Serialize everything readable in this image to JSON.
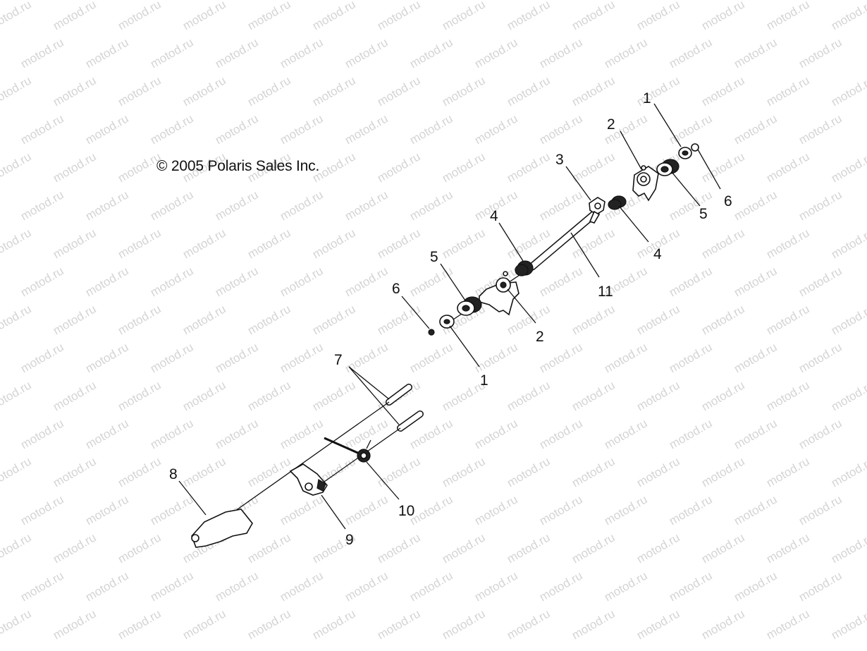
{
  "watermark": "motod.ru",
  "copyright": "© 2005 Polaris Sales Inc.",
  "callouts": {
    "c1_top": "1",
    "c2_top": "2",
    "c3": "3",
    "c4_top": "4",
    "c5_right": "5",
    "c6_right": "6",
    "c4_right": "4",
    "c11": "11",
    "c5_left": "5",
    "c6_left": "6",
    "c2_low": "2",
    "c1_low": "1",
    "c7": "7",
    "c8": "8",
    "c9": "9",
    "c10": "10"
  }
}
